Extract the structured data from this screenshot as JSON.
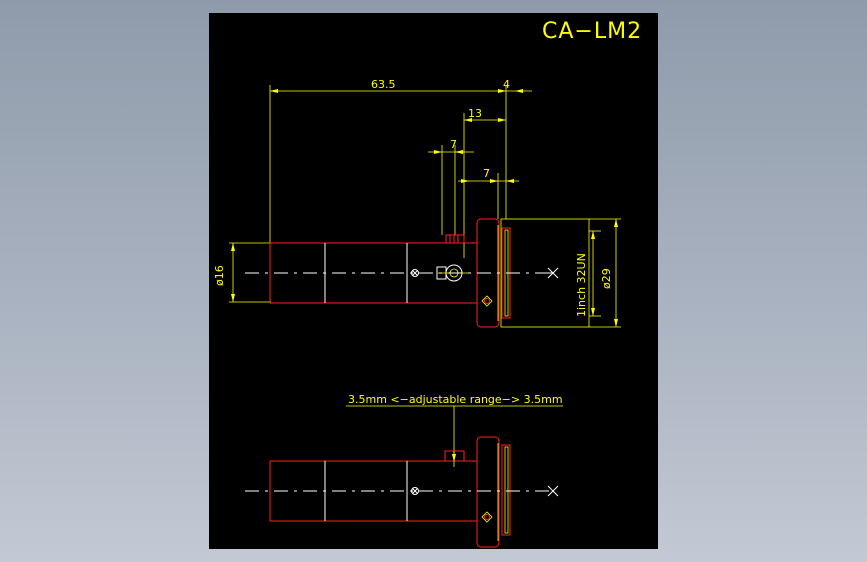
{
  "drawing": {
    "title": "CA−LM2",
    "top_view": {
      "dim_length": "63.5",
      "dim_flange": "4",
      "dim_offset": "13",
      "dim_screw": "7",
      "dim_screw2": "7",
      "dim_diameter_body": "ø16",
      "dim_thread": "1inch 32UN",
      "dim_diameter_flange": "ø29"
    },
    "side_view": {
      "range_note": "3.5mm <−adjustable range−> 3.5mm"
    }
  },
  "colors": {
    "background": "#000000",
    "dimension": "#ffff00",
    "outline": "#ff2020",
    "centerline": "#ffffff"
  }
}
